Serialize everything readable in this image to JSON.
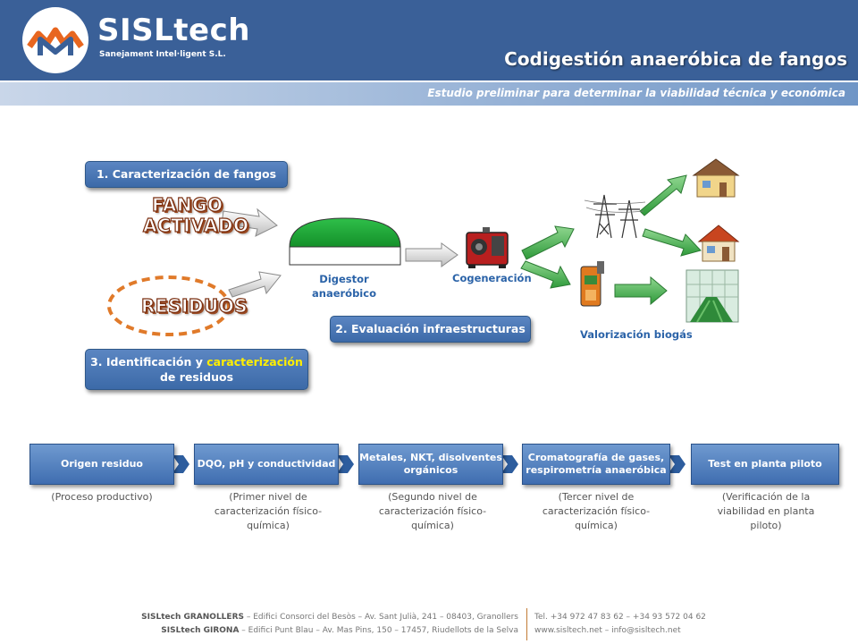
{
  "header": {
    "company_name": "SISLtech",
    "company_tagline": "Sanejament Intel·ligent S.L.",
    "title": "Codigestión anaeróbica de fangos",
    "subtitle": "Estudio preliminar para determinar la viabilidad técnica y económica"
  },
  "steps": {
    "step1": "1. Caracterización de fangos",
    "step2": "2. Evaluación infraestructuras",
    "step3_part1": "3. Identificación y ",
    "step3_highlight": "caracterización",
    "step3_part2": "de residuos"
  },
  "inputs": {
    "fango_line1": "FANGO",
    "fango_line2": "ACTIVADO",
    "residuos": "RESIDUOS"
  },
  "flow_labels": {
    "digestor_line1": "Digestor",
    "digestor_line2": "anaeróbico",
    "cogeneracion": "Cogeneración",
    "valorizacion": "Valorización biogás"
  },
  "process_chain": [
    {
      "label": "Origen residuo",
      "note": "(Proceso productivo)"
    },
    {
      "label": "DQO, pH y conductividad",
      "note": "(Primer nivel de caracterización físico-química)"
    },
    {
      "label": "Metales, NKT, disolventes orgánicos",
      "note": "(Segundo nivel de caracterización físico-química)"
    },
    {
      "label": "Cromatografía de gases, respirometría anaeróbica",
      "note": "(Tercer nivel de caracterización físico-química)"
    },
    {
      "label": "Test en planta piloto",
      "note": "(Verificación de la viabilidad en planta piloto)"
    }
  ],
  "footer": {
    "granollers_name": "SISLtech GRANOLLERS",
    "granollers_address": " – Edifici Consorci del Besòs – Av. Sant Julià, 241 – 08403, Granollers",
    "girona_name": "SISLtech GIRONA",
    "girona_address": " – Edifici Punt Blau – Av. Mas Pins, 150 – 17457, Riudellots de la Selva",
    "phones": "Tel. +34 972 47 83 62  –  +34 93 572 04 62",
    "web_email": "www.sisltech.net  –  info@sisltech.net"
  },
  "colors": {
    "header_blue": "#3a6098",
    "label_blue": "#2b63a8",
    "digestor_green": "#1fa53a",
    "arrow_green": "#3cae4a",
    "residuos_ellipse": "#e07a2a"
  }
}
